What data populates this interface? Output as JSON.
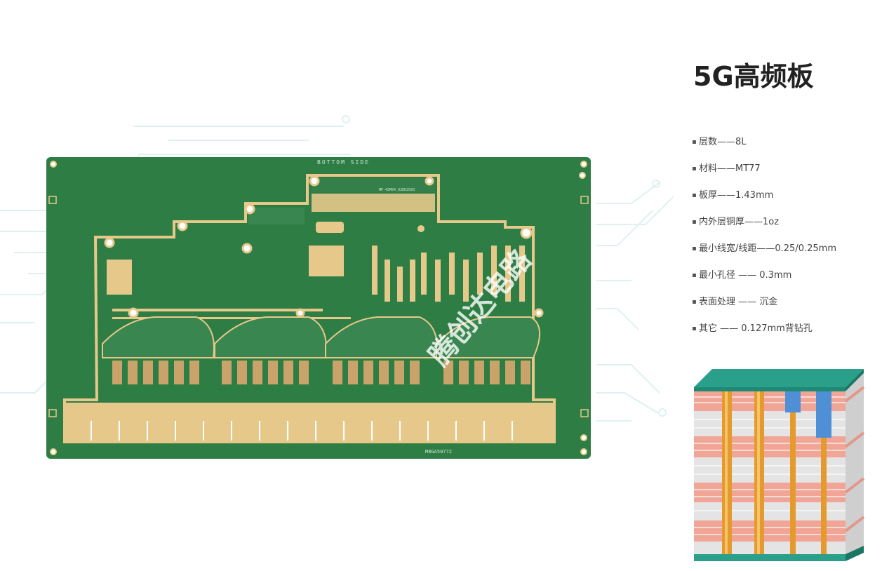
{
  "product": {
    "title": "5G高频板"
  },
  "specs": [
    {
      "text": "层数——8L"
    },
    {
      "text": "材料——MT77"
    },
    {
      "text": "板厚——1.43mm"
    },
    {
      "text": "内外层铜厚——1oz"
    },
    {
      "text": "最小线宽/线距——0.25/0.25mm"
    },
    {
      "text": "最小孔径 —— 0.3mm"
    },
    {
      "text": "表面处理 —— 沉金"
    },
    {
      "text": "其它 —— 0.127mm背钻孔"
    }
  ],
  "board": {
    "silkscreen_top": "BOTTOM SIDE",
    "silkscreen_part": "MP-42M94_02KD2020",
    "silkscreen_serial": "M8GA50772",
    "watermark": "腾创达电路"
  },
  "colors": {
    "board_green": "#2e7d45",
    "gold": "#e6c98a",
    "title": "#222222",
    "stack_teal": "#2aa08a",
    "stack_copper": "#e98a7a",
    "via_gold": "#e59a2e",
    "via_blue": "#4f8fd6"
  }
}
